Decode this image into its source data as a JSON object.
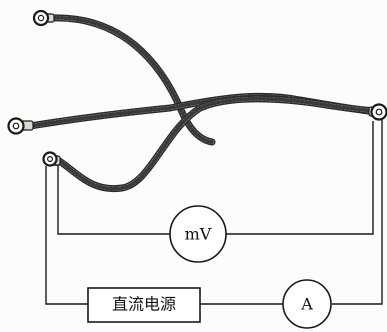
{
  "diagram": {
    "voltmeter": {
      "label": "mV"
    },
    "ammeter": {
      "label": "A"
    },
    "power_supply": {
      "label": "直流电源"
    }
  }
}
